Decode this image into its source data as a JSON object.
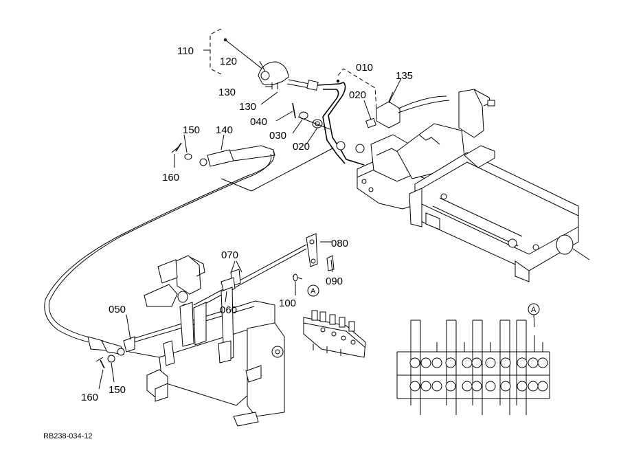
{
  "callouts": [
    {
      "id": "c110",
      "text": "110"
    },
    {
      "id": "c120",
      "text": "120"
    },
    {
      "id": "c130a",
      "text": "130"
    },
    {
      "id": "c130b",
      "text": "130"
    },
    {
      "id": "c010",
      "text": "010"
    },
    {
      "id": "c135",
      "text": "135"
    },
    {
      "id": "c020a",
      "text": "020"
    },
    {
      "id": "c040",
      "text": "040"
    },
    {
      "id": "c030",
      "text": "030"
    },
    {
      "id": "c020b",
      "text": "020"
    },
    {
      "id": "c150a",
      "text": "150"
    },
    {
      "id": "c140",
      "text": "140"
    },
    {
      "id": "c160a",
      "text": "160"
    },
    {
      "id": "c070",
      "text": "070"
    },
    {
      "id": "c080",
      "text": "080"
    },
    {
      "id": "c090",
      "text": "090"
    },
    {
      "id": "c100",
      "text": "100"
    },
    {
      "id": "c060",
      "text": "060"
    },
    {
      "id": "c050",
      "text": "050"
    },
    {
      "id": "c160b",
      "text": "160"
    },
    {
      "id": "c150b",
      "text": "150"
    }
  ],
  "markers": {
    "detail_a1": "A",
    "detail_a2": "A"
  },
  "reference": "RB238-034-12"
}
